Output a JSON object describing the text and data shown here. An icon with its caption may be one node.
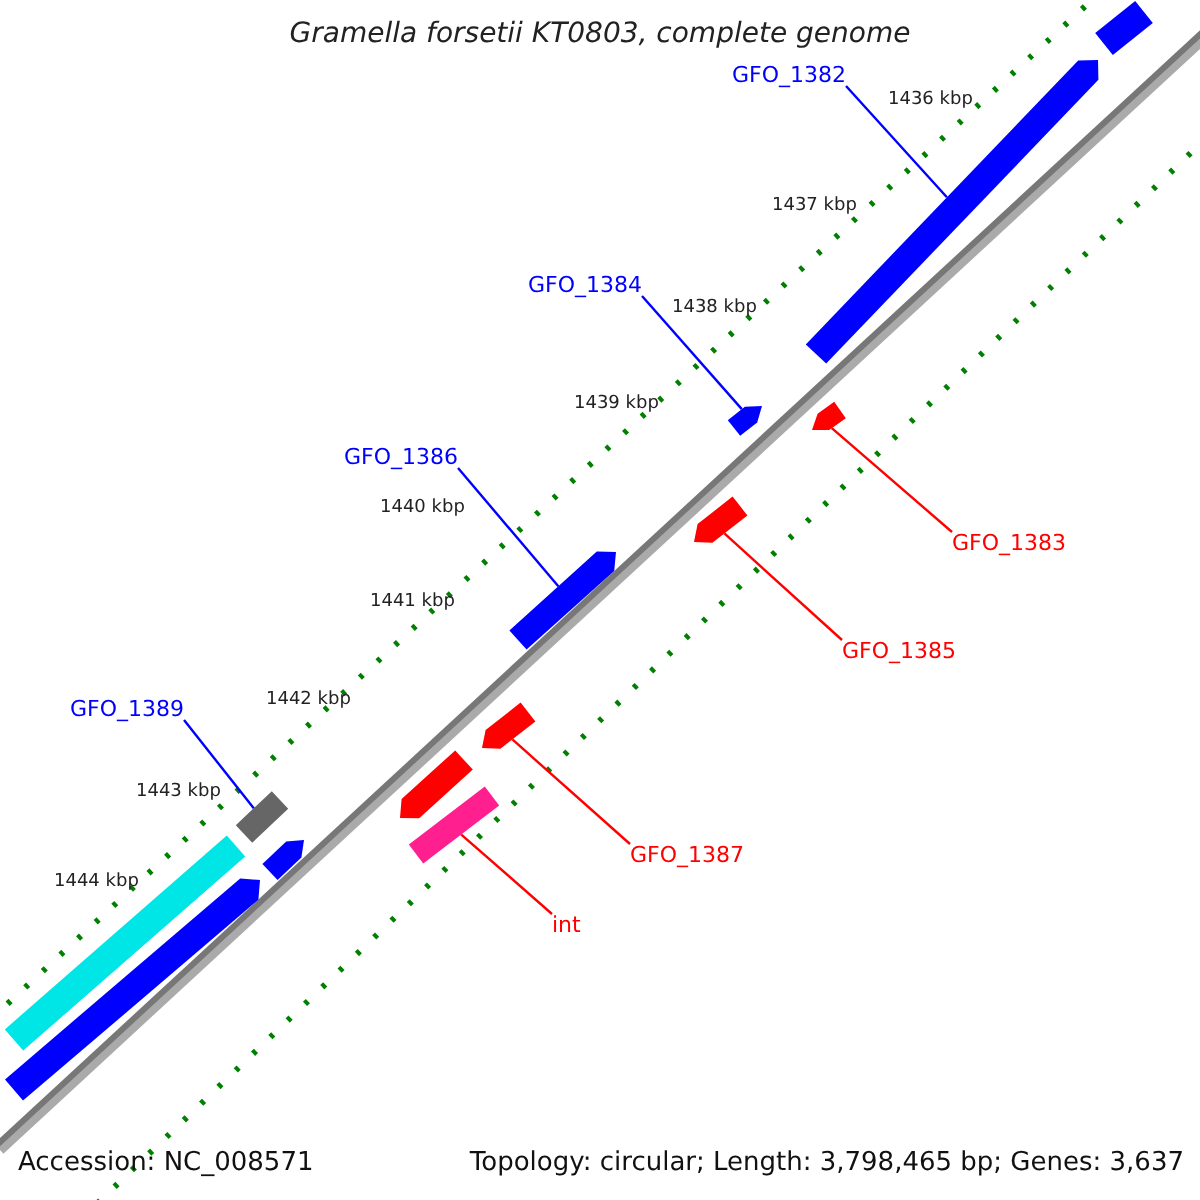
{
  "diagram": {
    "title": "Gramella forsetii KT0803, complete genome",
    "nodes": [
      {
        "text": [
          "GFO_1382"
        ]
      },
      {
        "text": [],
        "shape": "bar"
      },
      {
        "text": [
          "GFO_1384"
        ]
      },
      {
        "text": [],
        "shape": "bar"
      },
      {
        "text": [
          "GFO_1386"
        ]
      },
      {
        "text": [],
        "shape": "bar"
      },
      {
        "text": [
          "GFO_1389"
        ]
      },
      {
        "text": [],
        "shape": "bar"
      },
      {
        "text": [
          "GFO_1383"
        ]
      },
      {
        "text": [],
        "shape": "bar"
      },
      {
        "text": [
          "GFO_1385"
        ]
      },
      {
        "text": [],
        "shape": "bar"
      },
      {
        "text": [
          "GFO_1387"
        ]
      },
      {
        "text": [],
        "shape": "bar"
      },
      {
        "text": [
          "int"
        ]
      },
      {
        "text": [],
        "shape": "bar"
      },
      {
        "text": [],
        "shape": "bar"
      },
      {
        "text": [],
        "shape": "bar"
      },
      {
        "text": [],
        "shape": "bar"
      },
      {
        "text": [],
        "shape": "bar"
      },
      {
        "text": [],
        "shape": "bar"
      }
    ],
    "edges": [
      {
        "from": 0,
        "to": 1,
        "arrow": "none"
      },
      {
        "from": 2,
        "to": 3,
        "arrow": "none"
      },
      {
        "from": 4,
        "to": 5,
        "arrow": "none"
      },
      {
        "from": 6,
        "to": 7,
        "arrow": "none"
      },
      {
        "from": 8,
        "to": 9,
        "arrow": "none",
        "color": "#ff0000"
      },
      {
        "from": 10,
        "to": 11,
        "arrow": "none",
        "color": "#ff0000"
      },
      {
        "from": 12,
        "to": 13,
        "arrow": "none",
        "color": "#ff0000"
      },
      {
        "from": 14,
        "to": 15,
        "arrow": "none",
        "color": "#ff0000"
      }
    ],
    "labels": [
      "1436 kbp",
      "1437 kbp",
      "1438 kbp",
      "1439 kbp",
      "1440 kbp",
      "1441 kbp",
      "1442 kbp",
      "1443 kbp",
      "1444 kbp",
      "Accession: NC_008571",
      "Topology: circular; Length: 3,798,465 bp; Genes: 3,637"
    ]
  }
}
